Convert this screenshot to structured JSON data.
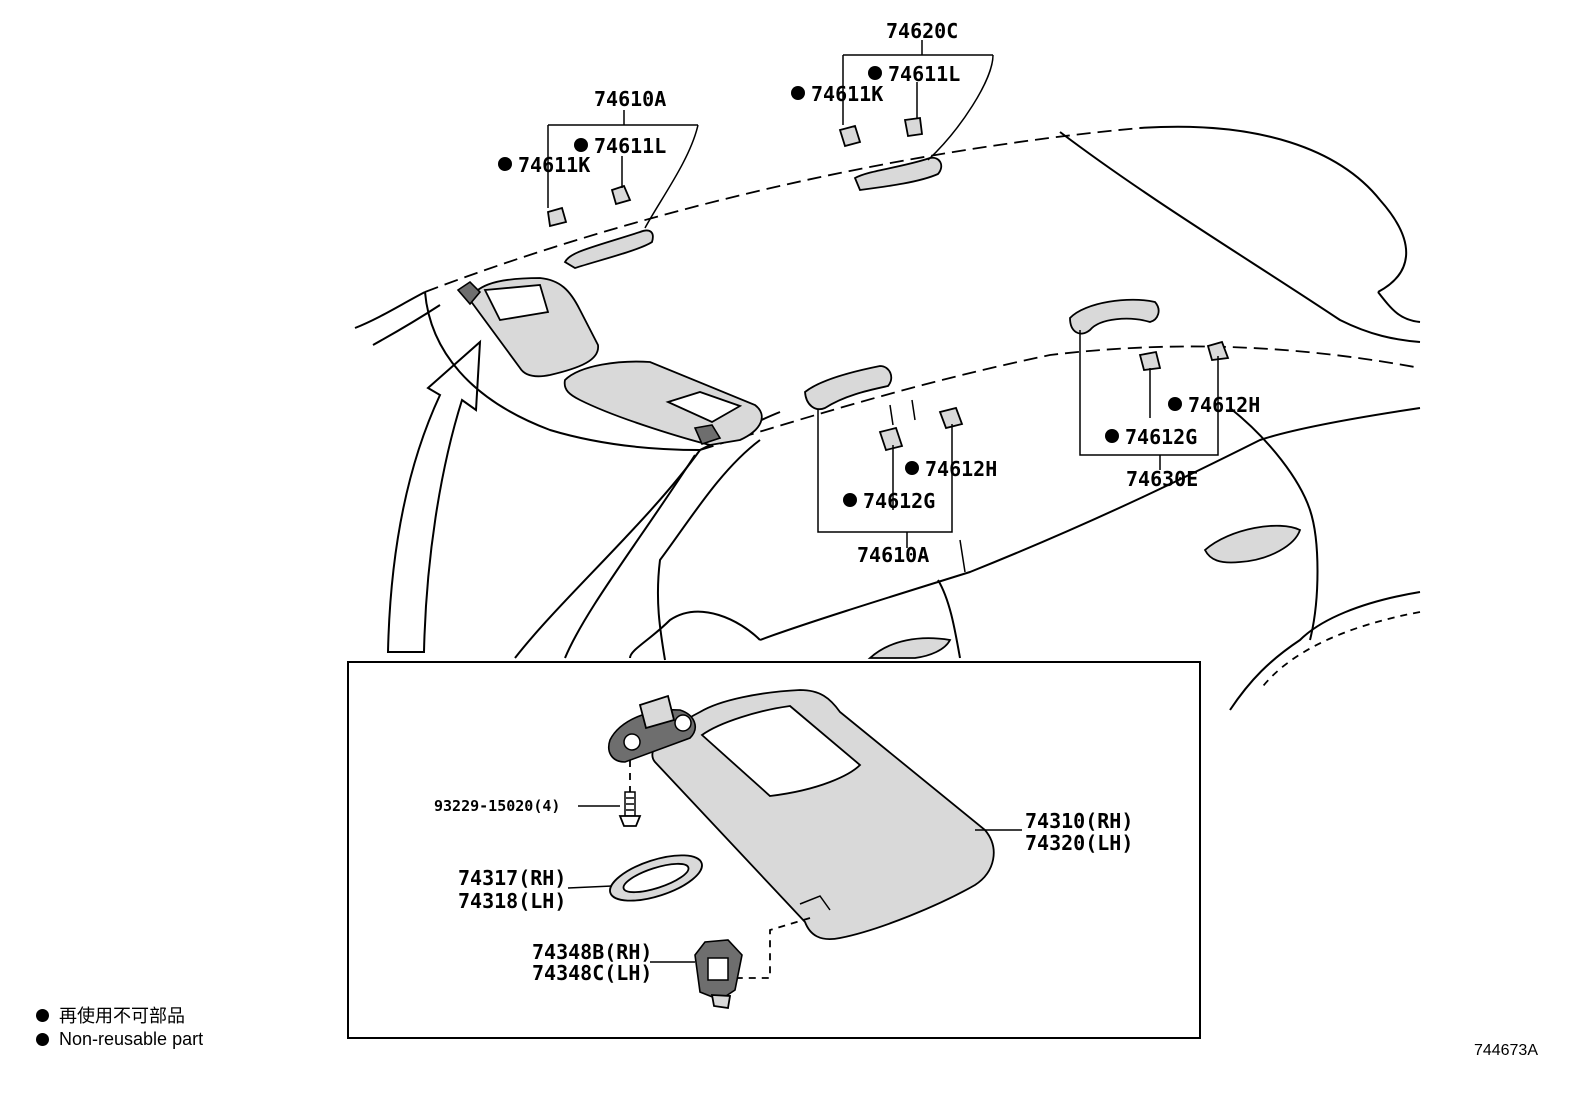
{
  "callouts": {
    "bracket_74620C": {
      "number": "74620C",
      "fastener_1": "74611L",
      "fastener_2": "74611K"
    },
    "bracket_74610A_top": {
      "number": "74610A",
      "fastener_1": "74611L",
      "fastener_2": "74611K"
    },
    "bracket_74610A_mid": {
      "number": "74610A",
      "fastener_1": "74612H",
      "fastener_2": "74612G"
    },
    "bracket_74630E": {
      "number": "74630E",
      "fastener_1": "74612H",
      "fastener_2": "74612G"
    },
    "screw": "93229-15020(4)",
    "visor_rh": "74310(RH)",
    "visor_lh": "74320(LH)",
    "mirror_cover_rh": "74317(RH)",
    "mirror_cover_lh": "74318(LH)",
    "holder_rh": "74348B(RH)",
    "holder_lh": "74348C(LH)"
  },
  "legend": {
    "jp": "再使用不可部品",
    "en": "Non-reusable part"
  },
  "illustration_code": "744673A",
  "icons": [
    "non-reusable-dot-icon",
    "direction-arrow-icon"
  ]
}
